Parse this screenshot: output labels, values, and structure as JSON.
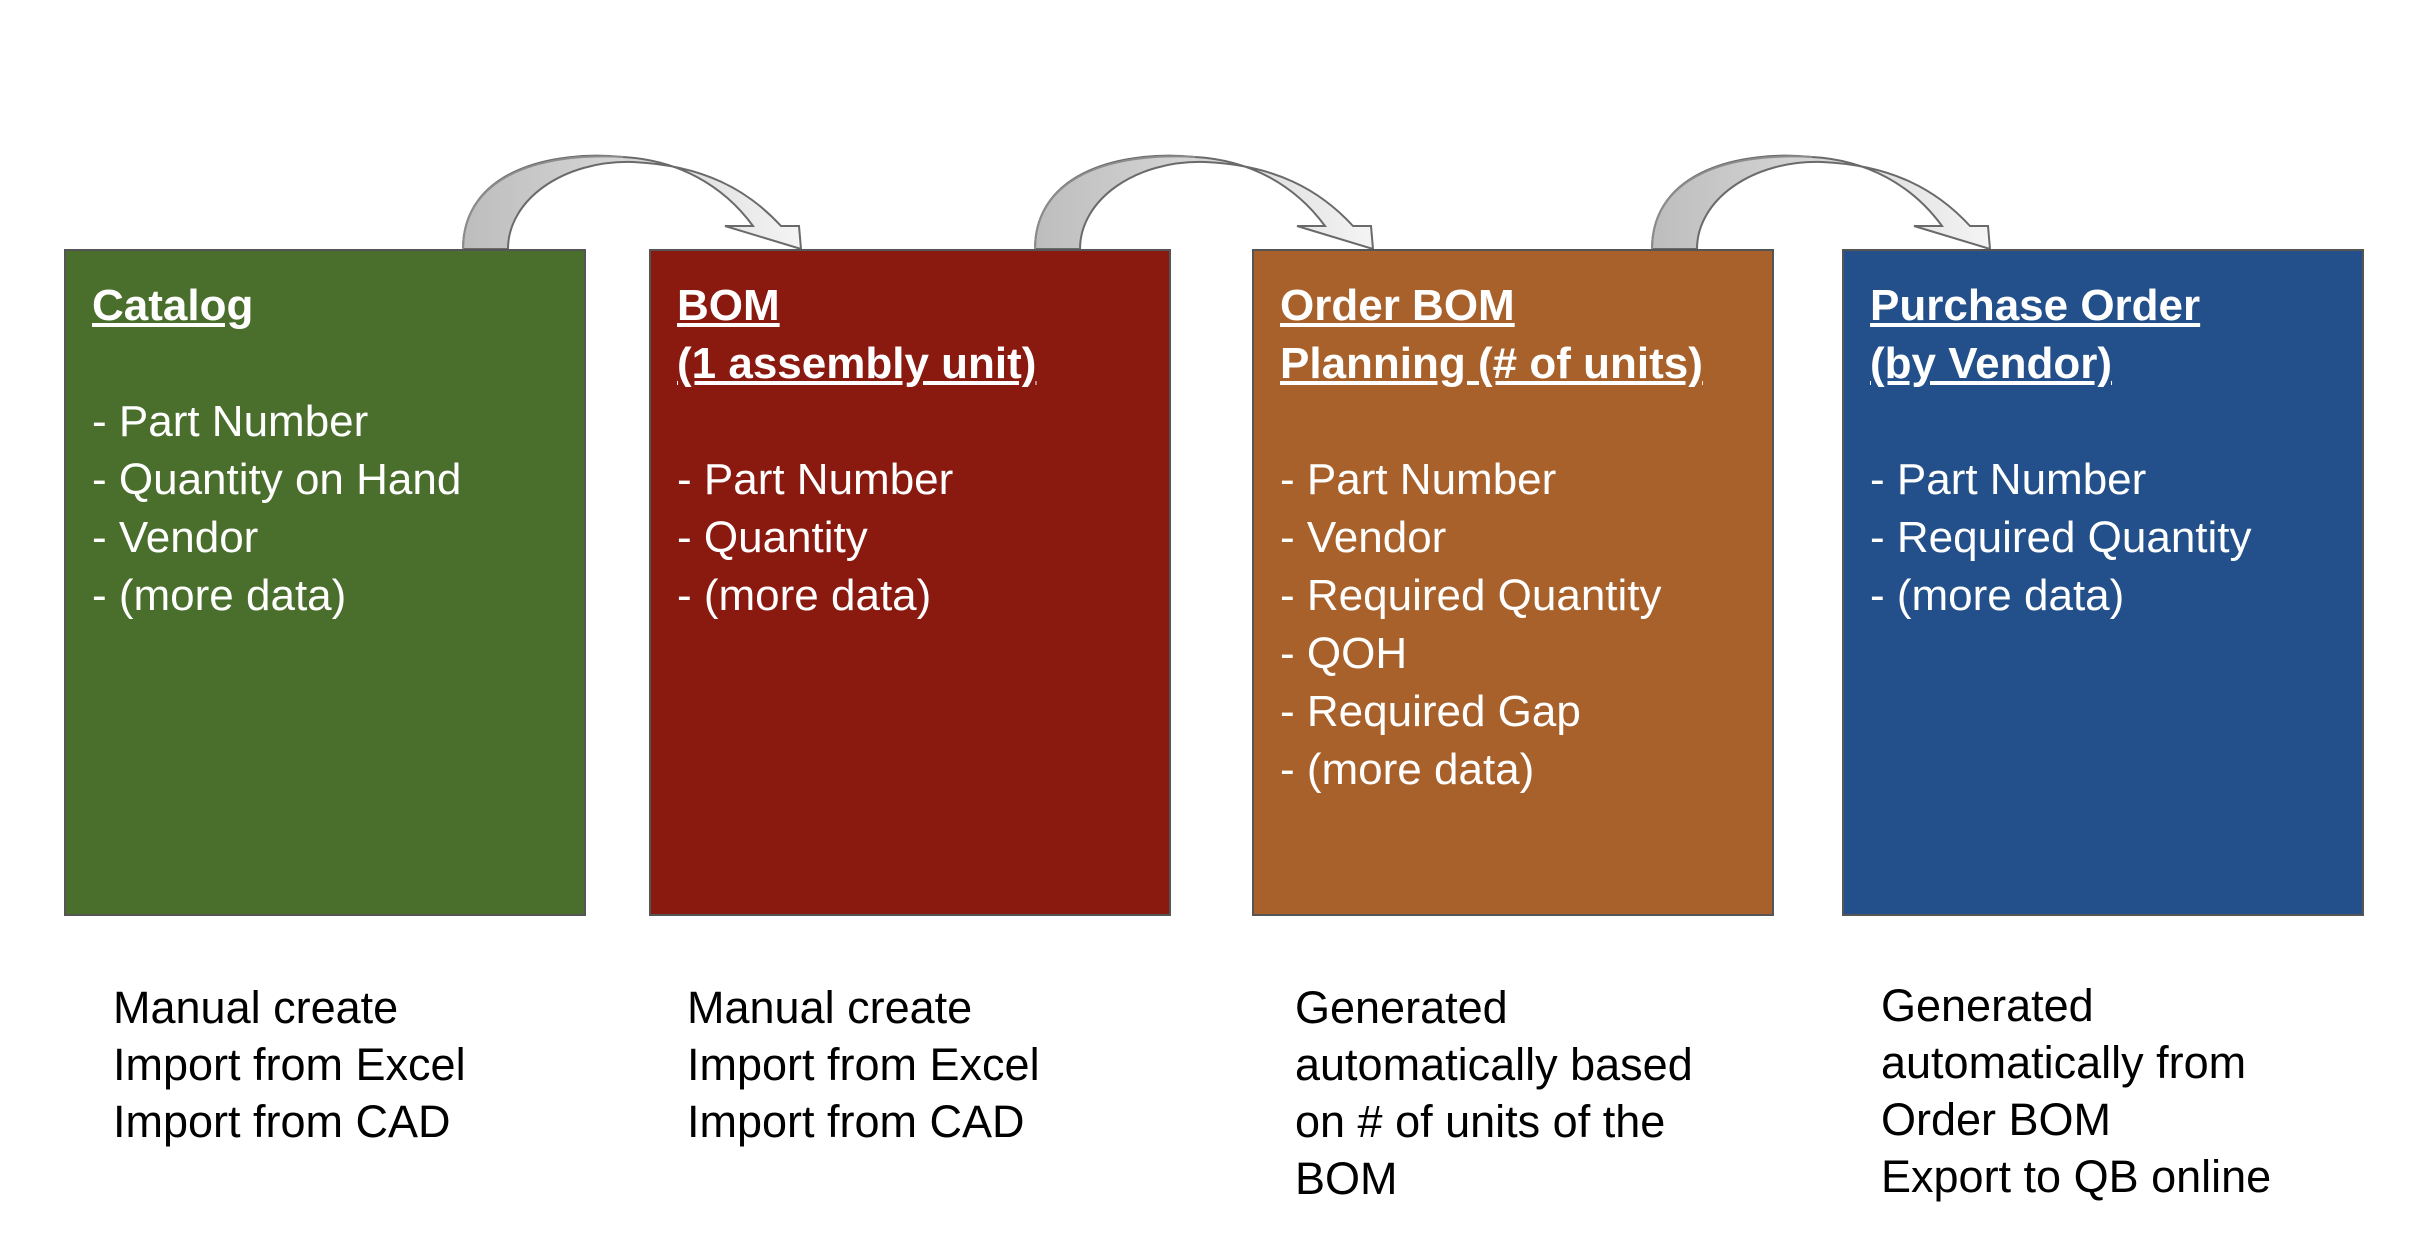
{
  "colors": {
    "catalog": "#4a6f2c",
    "bom": "#8a1a10",
    "order_bom": "#a8612a",
    "purchase_order": "#23508a",
    "arrow_fill": "#c9c9c9",
    "arrow_light": "#f0f0f0",
    "arrow_stroke": "#666666"
  },
  "boxes": [
    {
      "id": "catalog",
      "title_lines": [
        "Catalog"
      ],
      "items": [
        "- Part Number",
        "- Quantity on Hand",
        "- Vendor",
        "- (more data)"
      ]
    },
    {
      "id": "bom",
      "title_lines": [
        "BOM",
        "(1 assembly unit)"
      ],
      "items": [
        "- Part Number",
        "- Quantity",
        "- (more data)"
      ]
    },
    {
      "id": "order_bom",
      "title_lines": [
        "Order BOM",
        "Planning (# of units)"
      ],
      "items": [
        "- Part Number",
        "- Vendor",
        "- Required Quantity",
        "- QOH",
        "- Required Gap",
        "- (more data)"
      ]
    },
    {
      "id": "purchase_order",
      "title_lines": [
        "Purchase Order",
        "(by Vendor)"
      ],
      "items": [
        "- Part Number",
        "- Required Quantity",
        "- (more data)"
      ]
    }
  ],
  "captions": [
    [
      "Manual create",
      "Import from Excel",
      "Import from CAD"
    ],
    [
      "Manual create",
      "Import from Excel",
      "Import from CAD"
    ],
    [
      "Generated",
      "automatically based",
      "on # of units of the",
      "BOM"
    ],
    [
      "Generated",
      "automatically from",
      "Order BOM",
      "Export to QB online"
    ]
  ]
}
